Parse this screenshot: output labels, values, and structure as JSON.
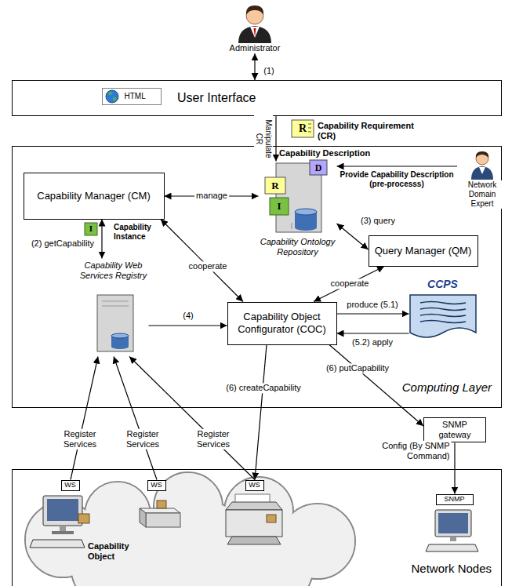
{
  "diagram": {
    "nodes": [
      {
        "text": [
          "Administrator"
        ]
      },
      {
        "text": [
          "User Interface"
        ]
      },
      {
        "text": [
          "HTML"
        ],
        "in": 1
      },
      {
        "text": [
          "Computing Layer"
        ]
      },
      {
        "text": [
          "Capability Manager (CM)"
        ],
        "in": 3
      },
      {
        "text": [
          "Capability Ontology Repository"
        ],
        "in": 3
      },
      {
        "text": [
          "Query Manager (QM)"
        ],
        "in": 3
      },
      {
        "text": [
          "Capability Web Services Registry"
        ],
        "in": 3
      },
      {
        "text": [
          "Capability Object Configurator (COC)"
        ],
        "in": 3
      },
      {
        "text": [
          "CCPS"
        ],
        "in": 3
      },
      {
        "text": [
          "Network Domain Expert"
        ]
      },
      {
        "text": [
          "SNMP gateway"
        ]
      },
      {
        "text": [
          "Network Nodes"
        ]
      },
      {
        "text": [
          "WS"
        ],
        "in": 12
      },
      {
        "text": [
          "WS"
        ],
        "in": 12
      },
      {
        "text": [
          "WS"
        ],
        "in": 12
      },
      {
        "text": [
          "SNMP"
        ],
        "in": 12
      }
    ],
    "edges": [
      {
        "from": 0,
        "to": 1,
        "label": "(1)",
        "arrow": "both"
      },
      {
        "from": 1,
        "to": 5,
        "label": "Manipulate CR",
        "arrow": "to"
      },
      {
        "from": 10,
        "to": 5,
        "label": "Provide Capability Description (pre-processs)",
        "arrow": "to"
      },
      {
        "from": 4,
        "to": 5,
        "label": "manage",
        "arrow": "both"
      },
      {
        "from": 4,
        "to": 7,
        "label": "(2) getCapability",
        "arrow": "both"
      },
      {
        "from": 4,
        "to": 8,
        "label": "cooperate",
        "arrow": "both"
      },
      {
        "from": 5,
        "to": 6,
        "label": "(3) query",
        "arrow": "both"
      },
      {
        "from": 6,
        "to": 8,
        "label": "cooperate",
        "arrow": "both"
      },
      {
        "from": 7,
        "to": 8,
        "label": "(4)",
        "arrow": "to"
      },
      {
        "from": 8,
        "to": 9,
        "label": "produce (5.1)",
        "arrow": "to"
      },
      {
        "from": 9,
        "to": 8,
        "label": "(5.2) apply",
        "arrow": "to"
      },
      {
        "from": 8,
        "to": 11,
        "label": "(6) putCapability",
        "arrow": "to"
      },
      {
        "from": 8,
        "to": 15,
        "label": "(6) createCapability",
        "arrow": "to"
      },
      {
        "from": 11,
        "to": 16,
        "label": "Config (By SNMP Command)",
        "arrow": "to"
      },
      {
        "from": 13,
        "to": 7,
        "label": "Register Services",
        "arrow": "to"
      },
      {
        "from": 14,
        "to": 7,
        "label": "Register Services",
        "arrow": "to"
      },
      {
        "from": 15,
        "to": 7,
        "label": "Register Services",
        "arrow": "to"
      }
    ],
    "labels": [
      "Capability Requirement (CR)",
      "R",
      "Capability Description",
      "D",
      "R",
      "I",
      "Capability Instance",
      "I",
      "Capability Object"
    ]
  }
}
